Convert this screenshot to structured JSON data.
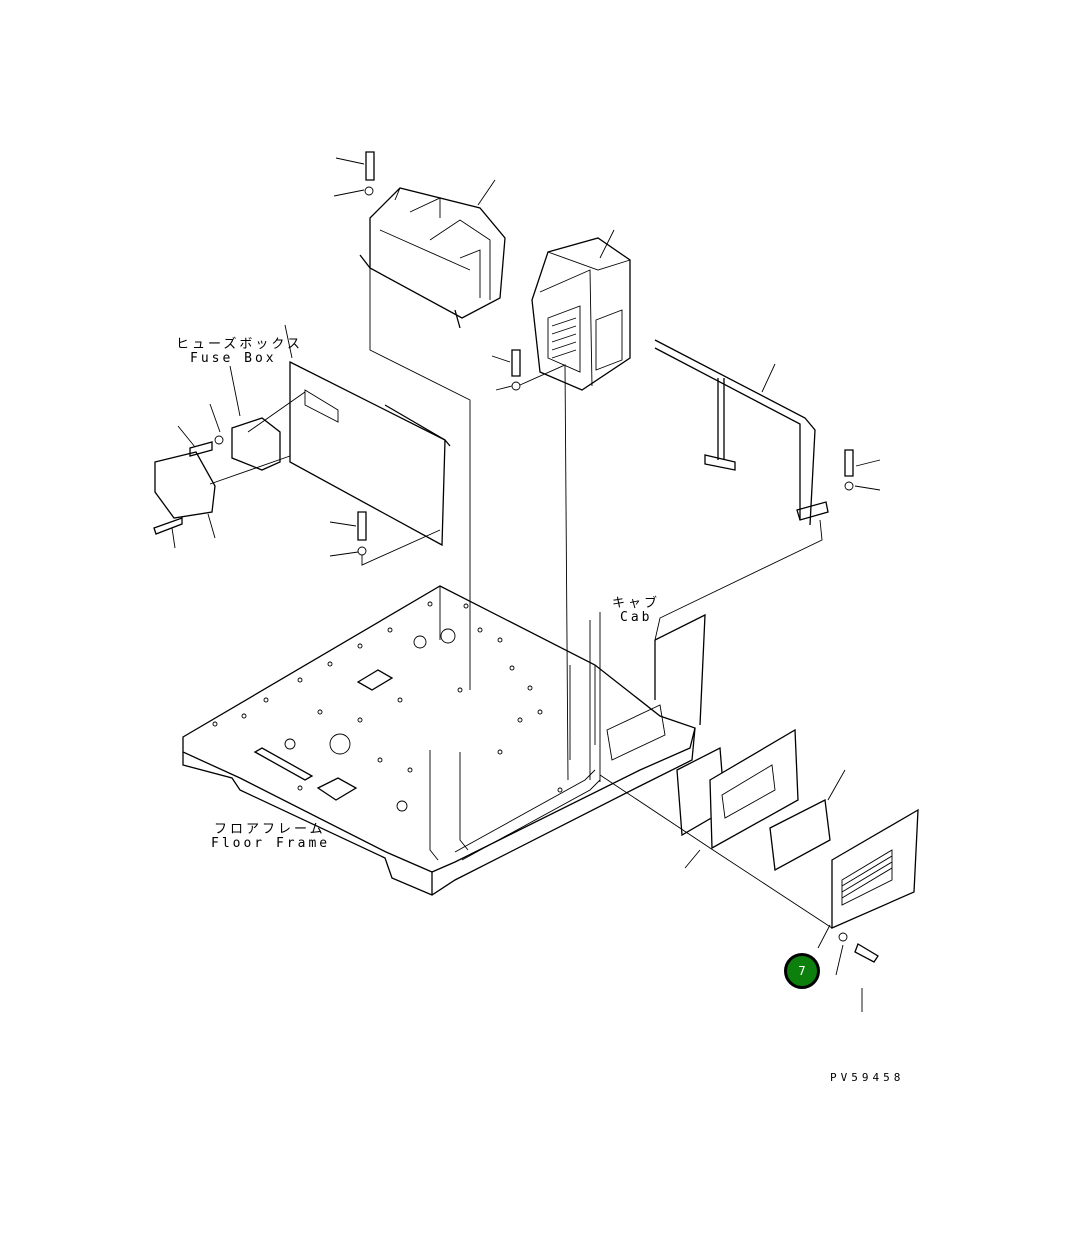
{
  "labels": {
    "fuse_box_jp": "ヒューズボックス",
    "fuse_box_en": "Fuse Box",
    "cab_jp": "キャブ",
    "cab_en": "Cab",
    "floor_frame_jp": "フロアフレーム",
    "floor_frame_en": "Floor Frame",
    "drawing_code": "PV59458"
  },
  "callout": {
    "number": "7",
    "color": "#0d7f0d"
  }
}
